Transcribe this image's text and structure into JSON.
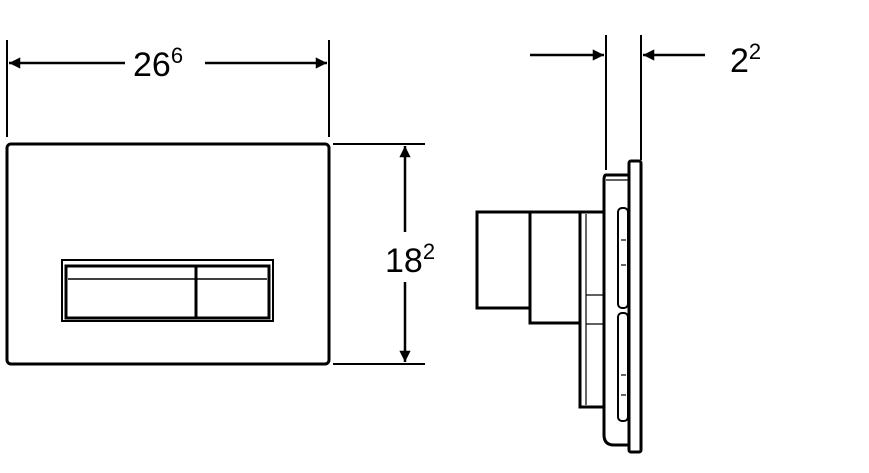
{
  "dimensions": {
    "width": {
      "main": "26",
      "sup": "6"
    },
    "height": {
      "main": "18",
      "sup": "2"
    },
    "depth": {
      "main": "2",
      "sup": "2"
    }
  },
  "colors": {
    "line": "#000000",
    "background": "#ffffff"
  }
}
